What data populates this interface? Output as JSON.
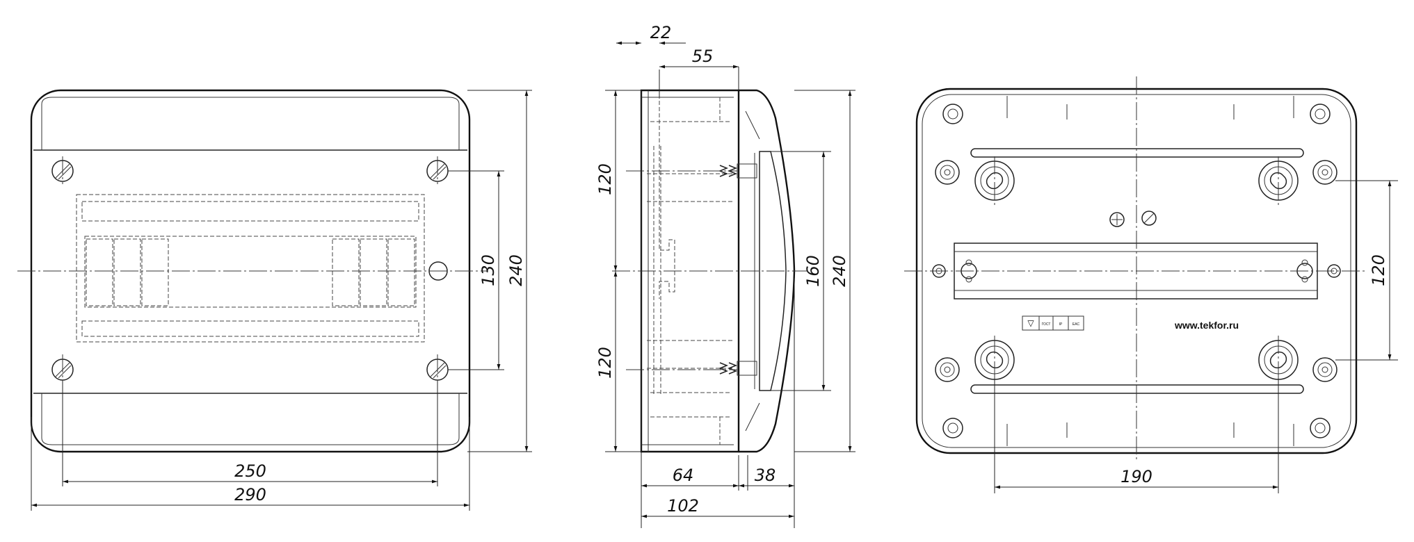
{
  "views": {
    "front": {
      "dimensions": {
        "width_inner": "250",
        "width_outer": "290",
        "height_mid": "130",
        "height_total": "240"
      }
    },
    "side": {
      "dimensions": {
        "top_offset": "22",
        "top_depth": "55",
        "upper_half": "120",
        "lower_half": "120",
        "door_height": "160",
        "height_total": "240",
        "body_depth": "64",
        "door_depth": "38",
        "depth_total": "102"
      }
    },
    "back": {
      "dimensions": {
        "hole_spacing_h": "190",
        "hole_spacing_v": "120"
      },
      "website": "www.tekfor.ru",
      "marks": [
        "▽",
        "ГОСТ",
        "IP",
        "EAC"
      ]
    }
  }
}
